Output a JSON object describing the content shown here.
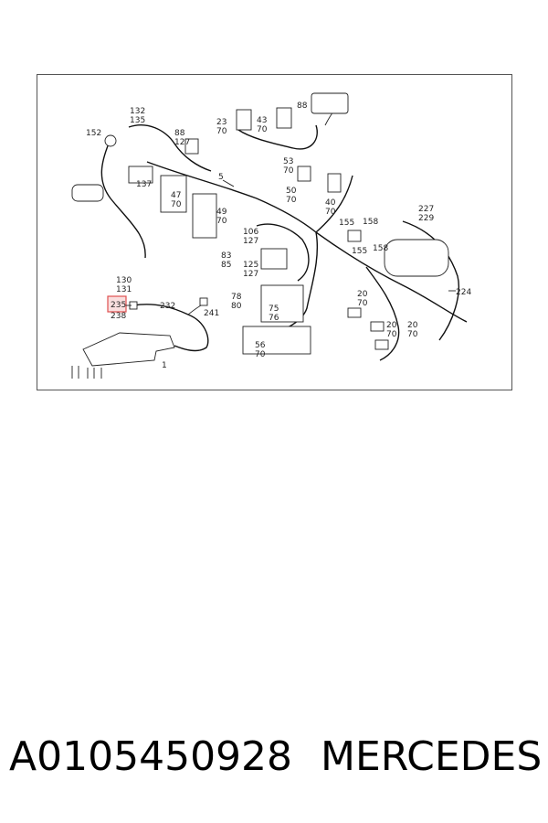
{
  "diagram": {
    "highlight_color": "#e05050",
    "highlighted_label": "235",
    "callouts": [
      {
        "id": "c88a",
        "text": "88"
      },
      {
        "id": "c132",
        "text": "132"
      },
      {
        "id": "c135",
        "text": "135"
      },
      {
        "id": "c23",
        "text": "23"
      },
      {
        "id": "c70a",
        "text": "70"
      },
      {
        "id": "c43",
        "text": "43"
      },
      {
        "id": "c70b",
        "text": "70"
      },
      {
        "id": "c152",
        "text": "152"
      },
      {
        "id": "c88b",
        "text": "88"
      },
      {
        "id": "c127a",
        "text": "127"
      },
      {
        "id": "c53",
        "text": "53"
      },
      {
        "id": "c70c",
        "text": "70"
      },
      {
        "id": "c5",
        "text": "5"
      },
      {
        "id": "c137",
        "text": "137"
      },
      {
        "id": "c50",
        "text": "50"
      },
      {
        "id": "c70d",
        "text": "70"
      },
      {
        "id": "c40",
        "text": "40"
      },
      {
        "id": "c70e",
        "text": "70"
      },
      {
        "id": "c47",
        "text": "47"
      },
      {
        "id": "c70f",
        "text": "70"
      },
      {
        "id": "c49",
        "text": "49"
      },
      {
        "id": "c70g",
        "text": "70"
      },
      {
        "id": "c227",
        "text": "227"
      },
      {
        "id": "c229",
        "text": "229"
      },
      {
        "id": "c155a",
        "text": "155"
      },
      {
        "id": "c158a",
        "text": "158"
      },
      {
        "id": "c106",
        "text": "106"
      },
      {
        "id": "c127b",
        "text": "127"
      },
      {
        "id": "c155b",
        "text": "155"
      },
      {
        "id": "c158b",
        "text": "158"
      },
      {
        "id": "c83",
        "text": "83"
      },
      {
        "id": "c85",
        "text": "85"
      },
      {
        "id": "c125",
        "text": "125"
      },
      {
        "id": "c127c",
        "text": "127"
      },
      {
        "id": "c130",
        "text": "130"
      },
      {
        "id": "c131",
        "text": "131"
      },
      {
        "id": "c224",
        "text": "224"
      },
      {
        "id": "c78",
        "text": "78"
      },
      {
        "id": "c80",
        "text": "80"
      },
      {
        "id": "c20a",
        "text": "20"
      },
      {
        "id": "c70h",
        "text": "70"
      },
      {
        "id": "c235",
        "text": "235"
      },
      {
        "id": "c232",
        "text": "232"
      },
      {
        "id": "c238",
        "text": "238"
      },
      {
        "id": "c241",
        "text": "241"
      },
      {
        "id": "c75",
        "text": "75"
      },
      {
        "id": "c76",
        "text": "76"
      },
      {
        "id": "c20b",
        "text": "20"
      },
      {
        "id": "c70i",
        "text": "70"
      },
      {
        "id": "c20c",
        "text": "20"
      },
      {
        "id": "c70j",
        "text": "70"
      },
      {
        "id": "c56",
        "text": "56"
      },
      {
        "id": "c70k",
        "text": "70"
      },
      {
        "id": "c1",
        "text": "1"
      }
    ]
  },
  "footer": {
    "part_number": "A0105450928",
    "brand": "MERCEDES"
  }
}
